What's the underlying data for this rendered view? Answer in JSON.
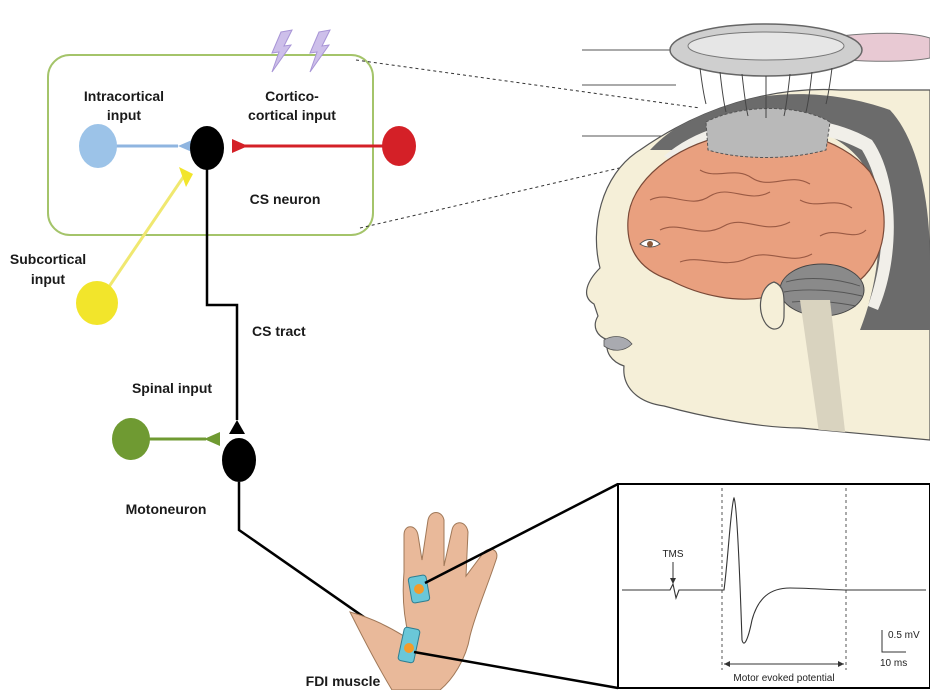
{
  "labels": {
    "intracortical_line1": "Intracortical",
    "intracortical_line2": "input",
    "corticocortical_line1": "Cortico-",
    "corticocortical_line2": "cortical input",
    "cs_neuron": "CS neuron",
    "subcortical_line1": "Subcortical",
    "subcortical_line2": "input",
    "cs_tract": "CS tract",
    "spinal_input": "Spinal input",
    "motoneuron": "Motoneuron",
    "fdi_muscle": "FDI muscle"
  },
  "trace_panel": {
    "tms_label": "TMS",
    "mep_label": "Motor evoked potential",
    "scale_amplitude": "0.5 mV",
    "scale_time": "10 ms"
  },
  "colors": {
    "box_border": "#a4c46a",
    "intracortical": "#9cc3e8",
    "intracortical_axon": "#8fb5e0",
    "corticocortical": "#d42027",
    "subcortical": "#f2e52b",
    "subcortical_axon": "#f0e870",
    "spinal": "#6f9a32",
    "neuron": "#000000",
    "skin": "#f5efd8",
    "brain": "#e9a07f",
    "skull": "#6b6b6b",
    "lightning": "#c9b8e8"
  },
  "icons": {
    "stimulus": "lightning-bolt-icon",
    "coil": "tms-coil-icon"
  }
}
